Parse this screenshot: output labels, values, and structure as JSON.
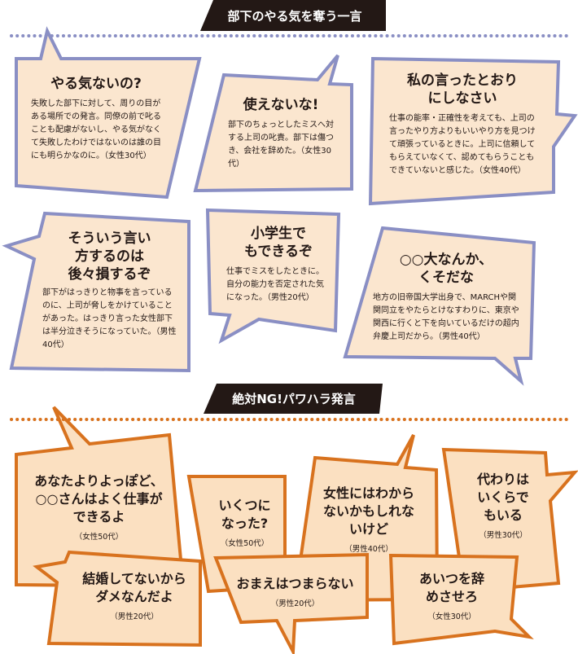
{
  "section1": {
    "title": "部下のやる気を奪う一言",
    "bubbles": [
      {
        "title": "やる気ないの?",
        "body": "失敗した部下に対して、周りの目がある場所での発言。同僚の前で叱ることも配慮がないし、やる気がなくて失敗したわけではないのは誰の目にも明らかなのに。（女性30代）"
      },
      {
        "title": "使えないな!",
        "body": "部下のちょっとしたミスへ対する上司の叱責。部下は傷つき、会社を辞めた。（女性30代）"
      },
      {
        "title": "私の言ったとおりにしなさい",
        "body": "仕事の能率・正確性を考えても、上司の言ったやり方よりもいいやり方を見つけて頑張っているときに。上司に信頼してもらえていなくて、認めてもらうこともできていないと感じた。（女性40代）"
      },
      {
        "title": "そういう言い方するのは後々損するぞ",
        "body": "部下がはっきりと物事を言っているのに、上司が脅しをかけていることがあった。はっきり言った女性部下は半分泣きそうになっていた。（男性40代）"
      },
      {
        "title": "小学生でもできるぞ",
        "body": "仕事でミスをしたときに。自分の能力を否定された気になった。（男性20代）"
      },
      {
        "title": "○○大なんか、くそだな",
        "body": "地方の旧帝国大学出身で、MARCHや関関同立をやたらとけなすわりに、東京や関西に行くと下を向いているだけの超内弁慶上司だから。（男性40代）"
      }
    ]
  },
  "section2": {
    "title": "絶対NG!パワハラ発言",
    "bubbles": [
      {
        "title": "あなたよりよっぽど、○○さんはよく仕事ができるよ",
        "who": "（女性50代）"
      },
      {
        "title": "いくつになった?",
        "who": "（女性50代）"
      },
      {
        "title": "女性にはわからないかもしれないけど",
        "who": "（男性40代）"
      },
      {
        "title": "代わりはいくらでもいる",
        "who": "（男性30代）"
      },
      {
        "title": "結婚してないからダメなんだよ",
        "who": "（男性20代）"
      },
      {
        "title": "おまえはつまらない",
        "who": "（男性20代）"
      },
      {
        "title": "あいつを辞めさせろ",
        "who": "（女性30代）"
      }
    ]
  },
  "colors": {
    "purple": "#8a8fc4",
    "purple_fill": "#fbe6cf",
    "orange": "#d8721e",
    "orange_fill": "#fbe0c1",
    "header": "#231815"
  }
}
